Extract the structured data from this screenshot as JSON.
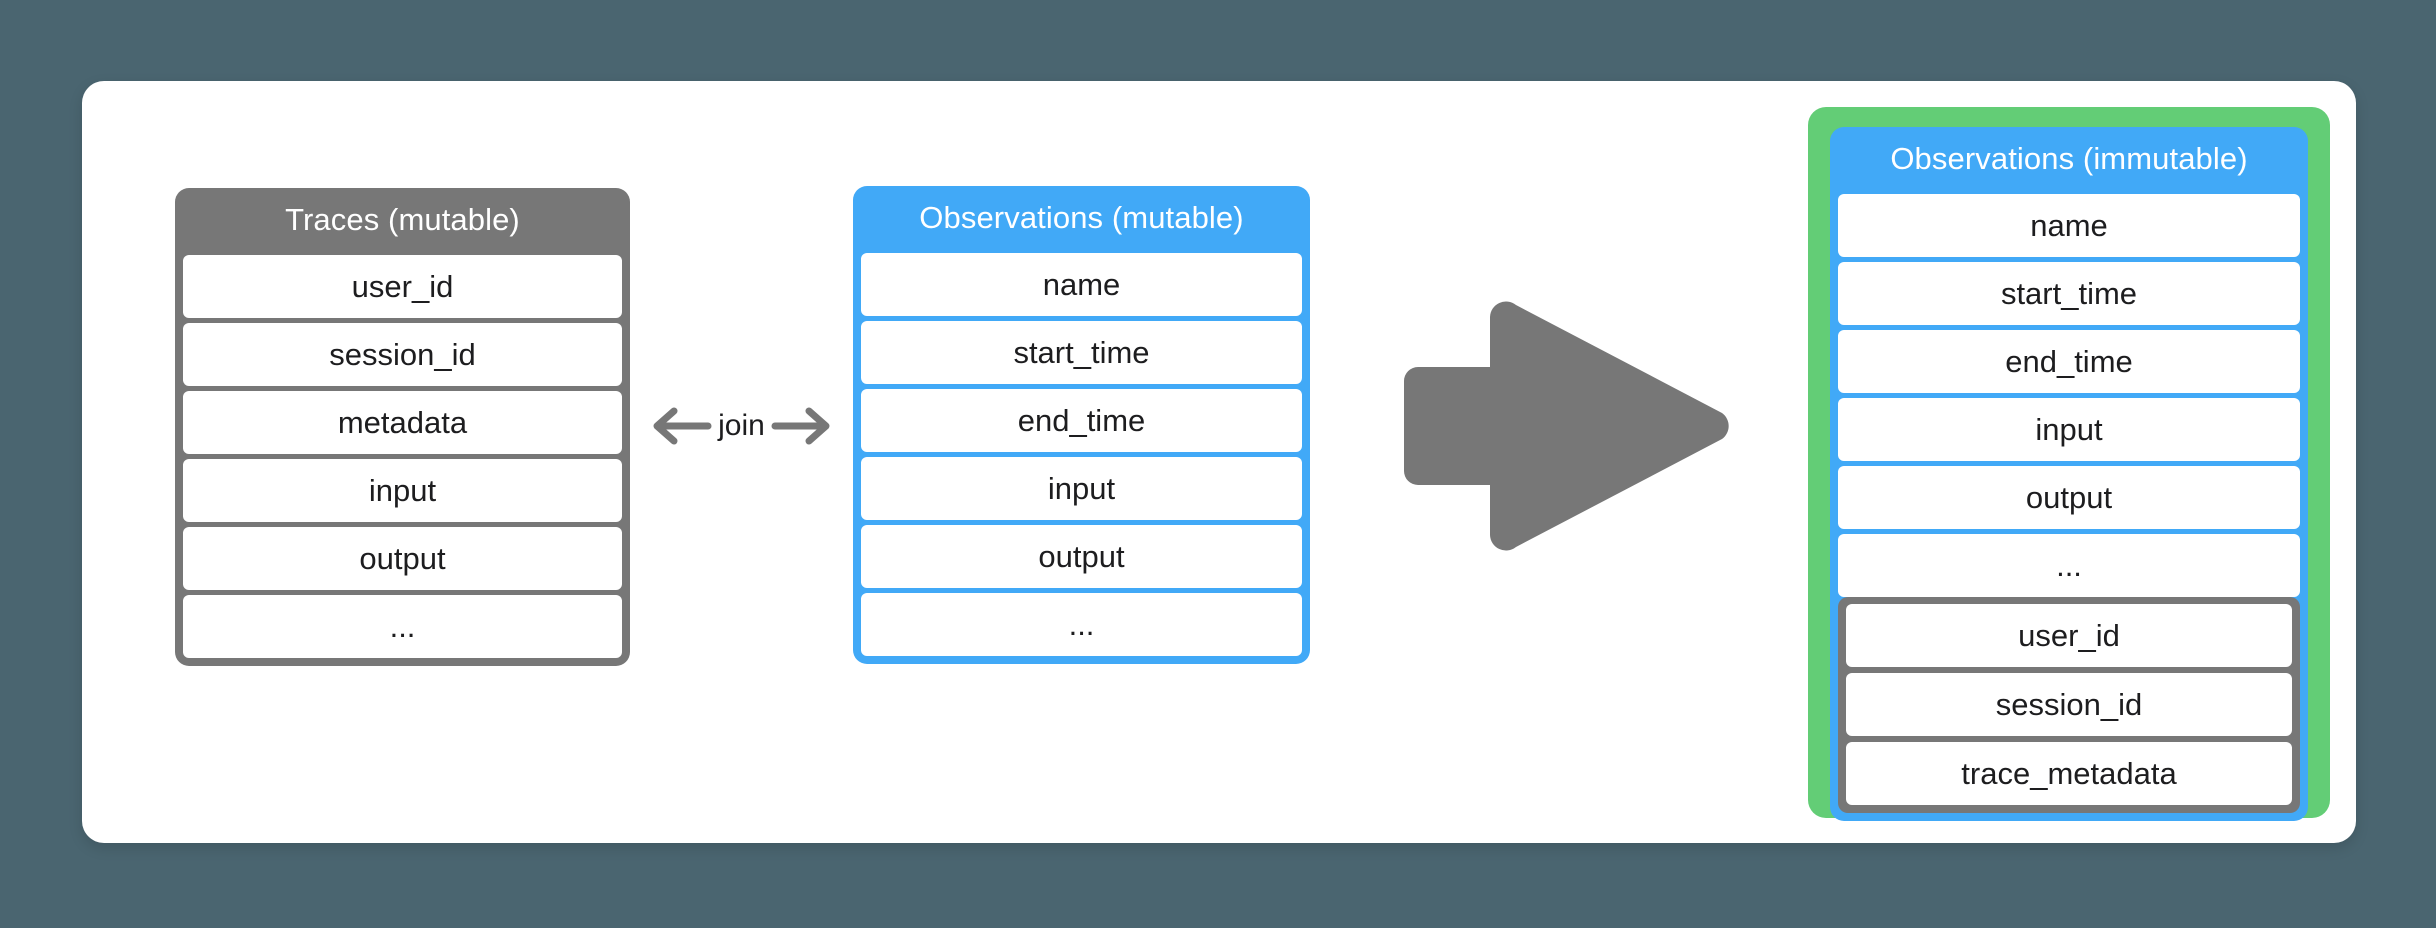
{
  "theme": {
    "page_background": "#4a6570",
    "card_background": "#ffffff",
    "mutable_trace_color": "#777777",
    "mutable_observation_color": "#41a9f7",
    "immutable_highlight_color": "#63cd76",
    "arrow_color": "#777777",
    "row_text_color": "#1d1d1f"
  },
  "diagram": {
    "traces_table": {
      "title": "Traces (mutable)",
      "rows": [
        "user_id",
        "session_id",
        "metadata",
        "input",
        "output",
        "..."
      ]
    },
    "observations_mutable_table": {
      "title": "Observations (mutable)",
      "rows": [
        "name",
        "start_time",
        "end_time",
        "input",
        "output",
        "..."
      ]
    },
    "join_connector": {
      "label": "join",
      "left_arrow_icon": "arrow-left-icon",
      "right_arrow_icon": "arrow-right-icon"
    },
    "transform_arrow": {
      "icon": "thick-right-arrow-icon"
    },
    "observations_immutable_table": {
      "title": "Observations (immutable)",
      "rows": [
        "name",
        "start_time",
        "end_time",
        "input",
        "output",
        "..."
      ],
      "appended_rows": [
        "user_id",
        "session_id",
        "trace_metadata"
      ]
    }
  }
}
